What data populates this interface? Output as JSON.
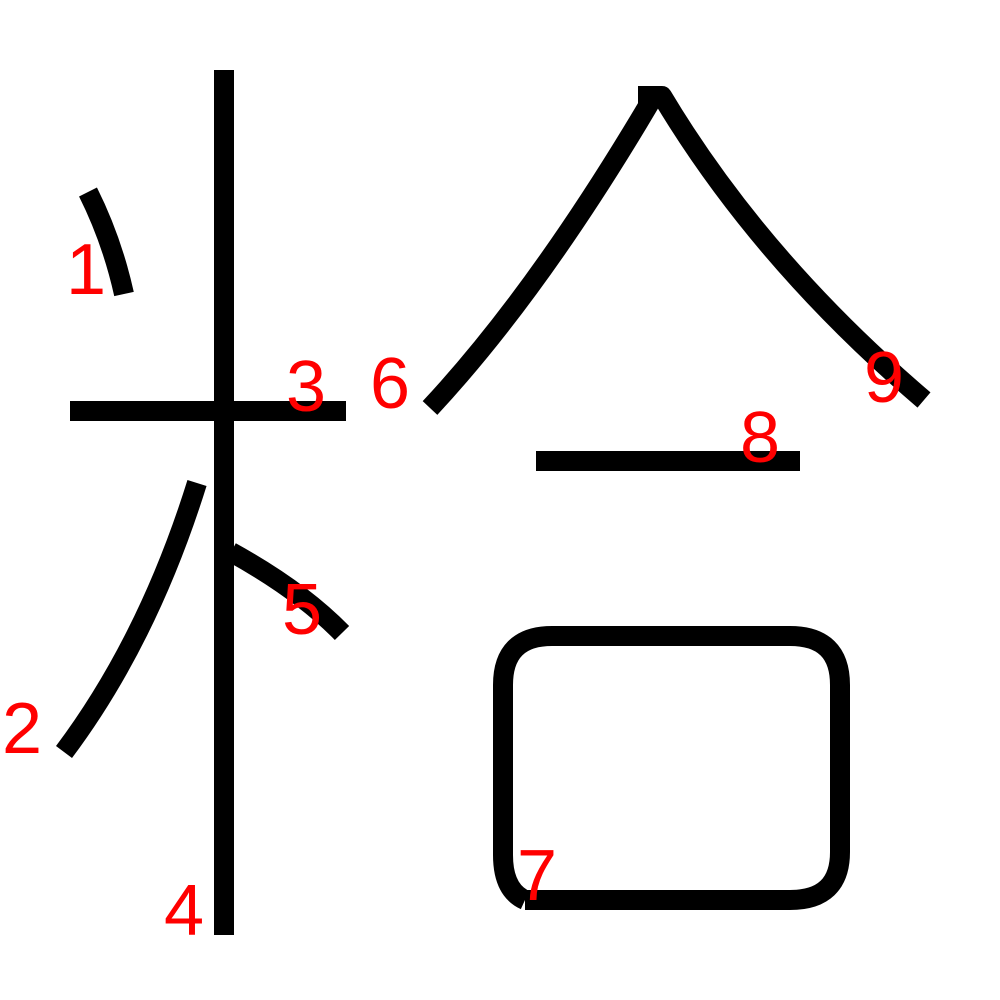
{
  "colors": {
    "stroke": "#000000",
    "label": "#ff0000",
    "background": "#ffffff"
  },
  "strokes": [
    {
      "order": "1"
    },
    {
      "order": "2"
    },
    {
      "order": "3"
    },
    {
      "order": "4"
    },
    {
      "order": "5"
    },
    {
      "order": "6"
    },
    {
      "order": "7"
    },
    {
      "order": "8"
    },
    {
      "order": "9"
    }
  ]
}
